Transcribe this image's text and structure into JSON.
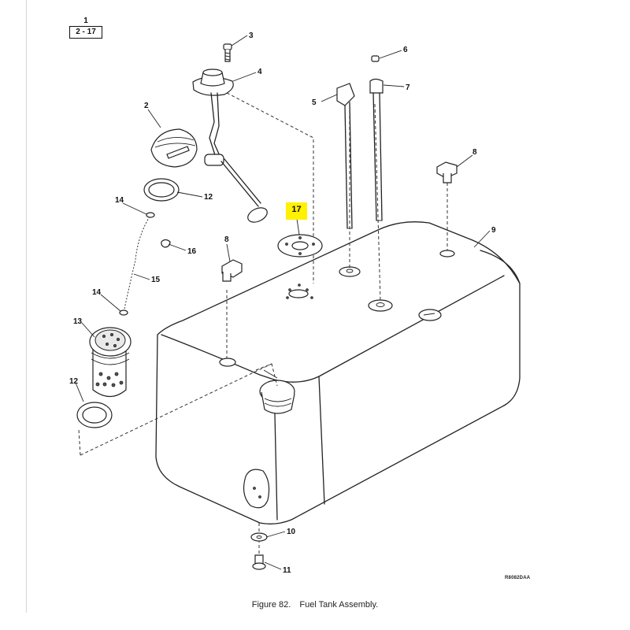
{
  "reference": {
    "item": "1",
    "group": "2 - 17"
  },
  "highlight": {
    "label": "17",
    "color": "#fff100"
  },
  "callouts": {
    "c2": "2",
    "c3": "3",
    "c4": "4",
    "c5": "5",
    "c6": "6",
    "c7": "7",
    "c8a": "8",
    "c8b": "8",
    "c9": "9",
    "c10": "10",
    "c11": "11",
    "c12a": "12",
    "c12b": "12",
    "c13": "13",
    "c14a": "14",
    "c14b": "14",
    "c15": "15",
    "c16": "16"
  },
  "drawing_code": "R8082DAA",
  "caption": {
    "figure": "Figure  82.",
    "title": "Fuel Tank Assembly."
  }
}
